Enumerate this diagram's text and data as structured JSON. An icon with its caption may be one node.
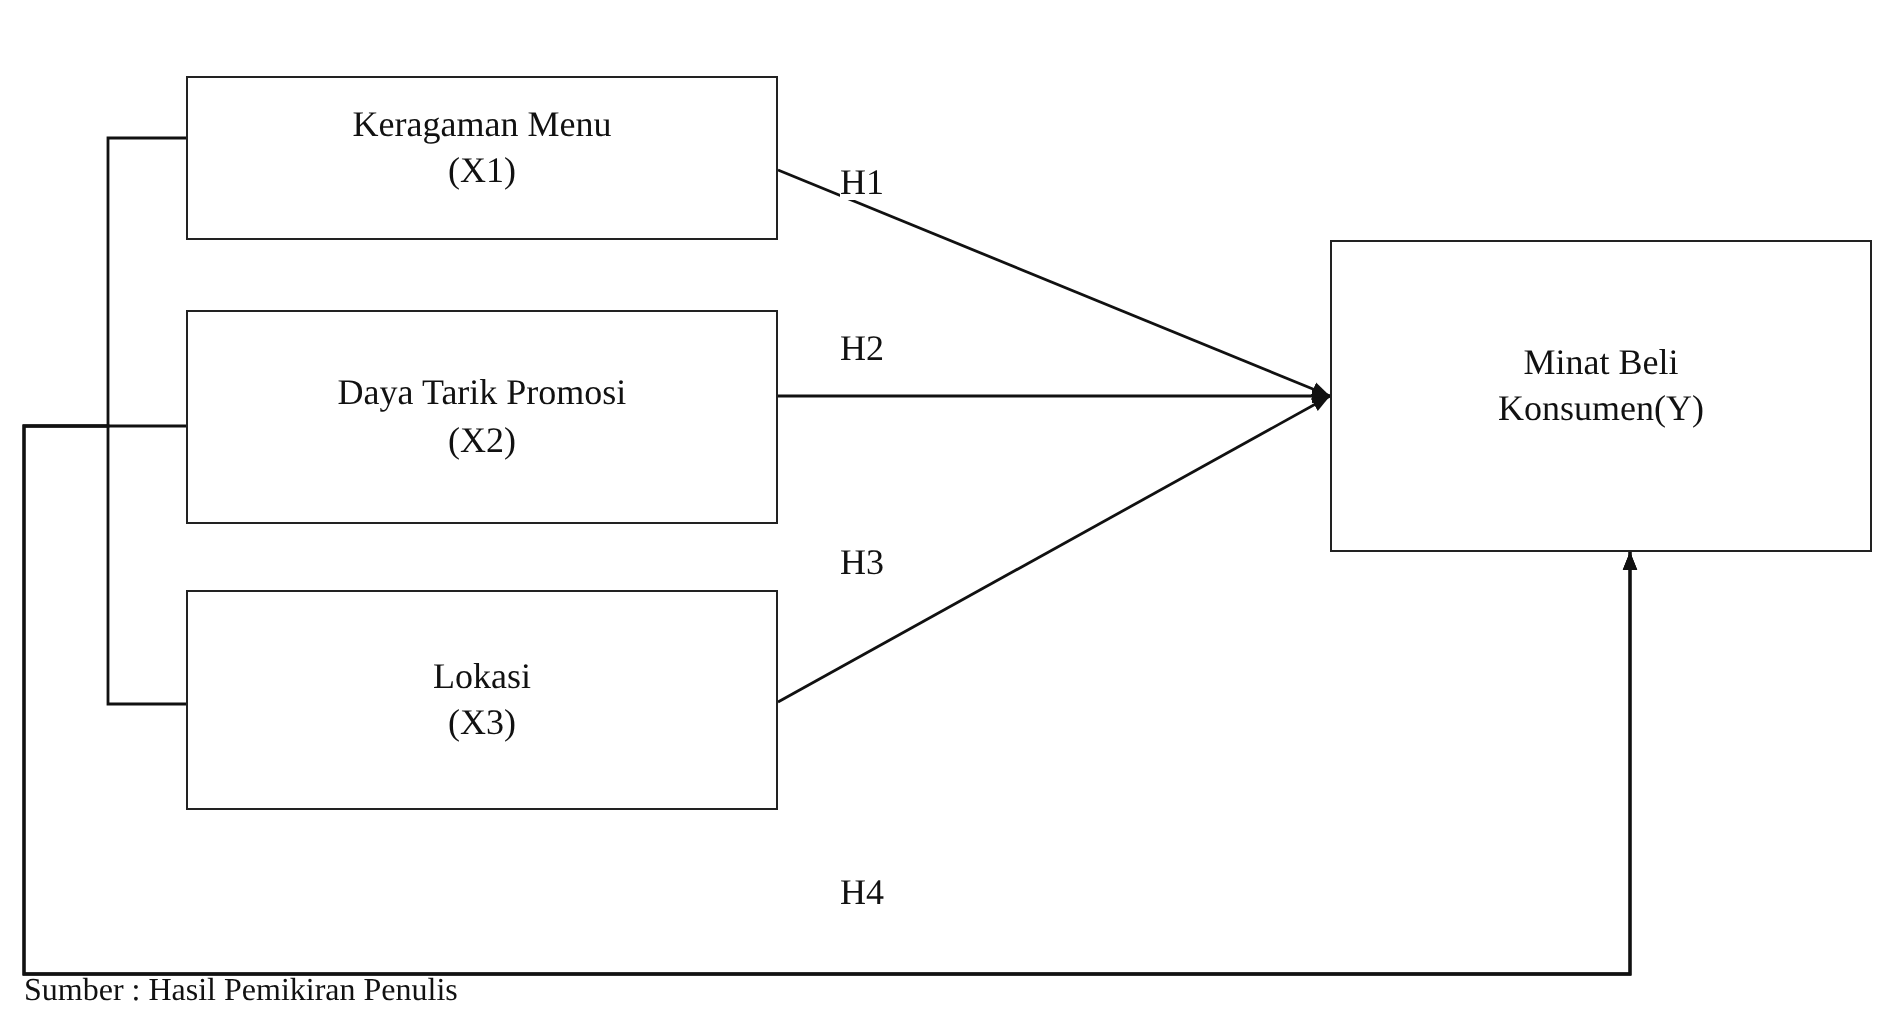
{
  "diagram": {
    "caption": "Sumber : Hasil Pemikiran Penulis",
    "nodes": [
      {
        "text": [
          "Keragaman Menu",
          "(X1)"
        ]
      },
      {
        "text": [
          "Daya Tarik Promosi",
          "(X2)"
        ]
      },
      {
        "text": [
          "Lokasi",
          "(X3)"
        ]
      },
      {
        "text": [
          "Minat Beli Konsumen(Y)"
        ]
      }
    ],
    "edges": [
      {
        "from": 0,
        "to": 3,
        "arrow": "to",
        "label": "H1"
      },
      {
        "from": 1,
        "to": 3,
        "arrow": "to",
        "label": "H2"
      },
      {
        "from": 2,
        "to": 3,
        "arrow": "to",
        "label": "H3"
      },
      {
        "from": 0,
        "to": 3,
        "arrow": "to"
      },
      {
        "from": 1,
        "to": 3,
        "arrow": "to",
        "label": "H4"
      },
      {
        "from": 2,
        "to": 3,
        "arrow": "to"
      }
    ]
  }
}
